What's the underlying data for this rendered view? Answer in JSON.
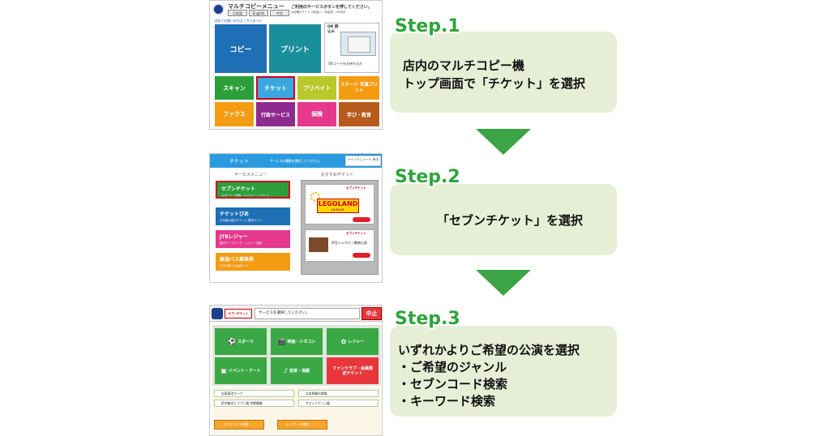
{
  "screen1": {
    "title": "マルチコピーメニュー",
    "instruction": "ご利用のサービスボタンを押してください。",
    "subtext": "※店舗のサービス取扱い・料金表・QR対応",
    "languages": [
      "日本語",
      "English",
      "中文"
    ],
    "help": "初めてお使いの方は こちらのヘルプボタンへ",
    "tiles": {
      "copy": "コピー",
      "print": "プリント",
      "scan": "スキャン",
      "ticket": "チケット",
      "privates": "プリベイト",
      "stage": "ステージ 写真プリント",
      "fax": "ファクス",
      "gov": "行政サービス",
      "insurance": "保険",
      "learn": "学び・教育"
    },
    "qr_label": "QR 読込み",
    "qr_text": "QRコードをお持ちの方",
    "colors": {
      "copy": "#1f6fb6",
      "print": "#1a8f9c",
      "green": "#2e9e3a",
      "ticket": "#3aa7e0",
      "yellow": "#b9c82a",
      "orange": "#f39c12",
      "purple": "#8e2b8e",
      "pink": "#e6398e",
      "brown": "#b85a1b"
    }
  },
  "screen2": {
    "bar_title": "チケット",
    "bar_msg": "サービスの種類を選択してください。",
    "main_menu_btn": "メインメニューへ 戻る",
    "service_menu": "サービスメニュー",
    "recommended": "おすすめチケット",
    "menu": [
      {
        "title": "セブンチケット",
        "sub": "スポーツ・映画・レジャー・イベント",
        "color": "#2e9e3a"
      },
      {
        "title": "チケットぴあ",
        "sub": "日本最大級のチケット販売サイト",
        "color": "#1f6fb6"
      },
      {
        "title": "JTBレジャー",
        "sub": "国内テーマパーク・レジャー施設",
        "color": "#e6398e"
      },
      {
        "title": "高速バス乗車券",
        "sub": "日本全国への高速バス",
        "color": "#f39c12"
      }
    ],
    "brand": "セブンチケット",
    "lego_main": "LEGOLAND",
    "lego_sub": "JAPAN",
    "zoo_text": "伊豆シャボテン動物公園"
  },
  "screen3": {
    "brand": "セブンチケット",
    "message": "サービスを選択してください。",
    "stop": "中止",
    "genres": [
      {
        "label": "スポーツ",
        "icon": "⚽",
        "color": "#3aa845"
      },
      {
        "label": "映画・シネコン",
        "icon": "🎬",
        "color": "#3aa845"
      },
      {
        "label": "レジャー",
        "icon": "✿",
        "color": "#3aa845"
      },
      {
        "label": "イベント・アート",
        "icon": "▣",
        "color": "#3aa845"
      },
      {
        "label": "音楽・演劇",
        "icon": "♪",
        "color": "#3aa845"
      },
      {
        "label": "ファンクラブ・会員限定チケット",
        "icon": "",
        "color": "#e8373a"
      }
    ],
    "links": [
      "広島東洋カープ",
      "吉本興業の劇場",
      "鈴木敏夫とジブリ展 京都開催",
      "モディリアーニ展"
    ],
    "seven_code": "セブンコード検索",
    "keyword": "キーワード検索"
  },
  "steps": [
    {
      "label": "Step.1",
      "lines": [
        "店内のマルチコピー機",
        "トップ画面で「チケット」を選択"
      ]
    },
    {
      "label": "Step.2",
      "lines": [
        "「セブンチケット」を選択"
      ]
    },
    {
      "label": "Step.3",
      "lines": [
        "いずれかよりご希望の公演を選択",
        "・ご希望のジャンル",
        "・セブンコード検索",
        "・キーワード検索"
      ]
    }
  ]
}
